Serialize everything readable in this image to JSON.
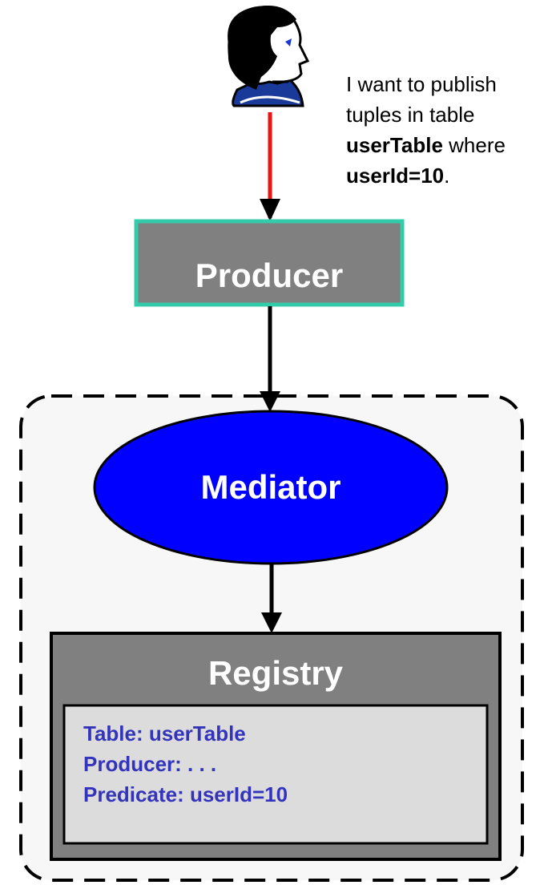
{
  "speech": {
    "line1": "I want to publish",
    "line2": "tuples in table",
    "table_name": "userTable",
    "where_word": " where",
    "condition": "userId=10",
    "period": "."
  },
  "producer": {
    "label": "Producer"
  },
  "mediator": {
    "label": "Mediator"
  },
  "registry": {
    "label": "Registry",
    "entries": [
      "Table: userTable",
      "Producer: . . .",
      "Predicate: userId=10"
    ]
  },
  "colors": {
    "request_arrow": "#ee1111",
    "producer_fill": "#808080",
    "producer_border": "#33ccaa",
    "mediator_fill": "#0000ff",
    "registry_fill": "#808080",
    "registry_inner_fill": "#dcdcdc",
    "entry_text": "#3333bb",
    "container_fill": "#f7f7f7"
  },
  "icons": {
    "user": "user-head-icon"
  }
}
